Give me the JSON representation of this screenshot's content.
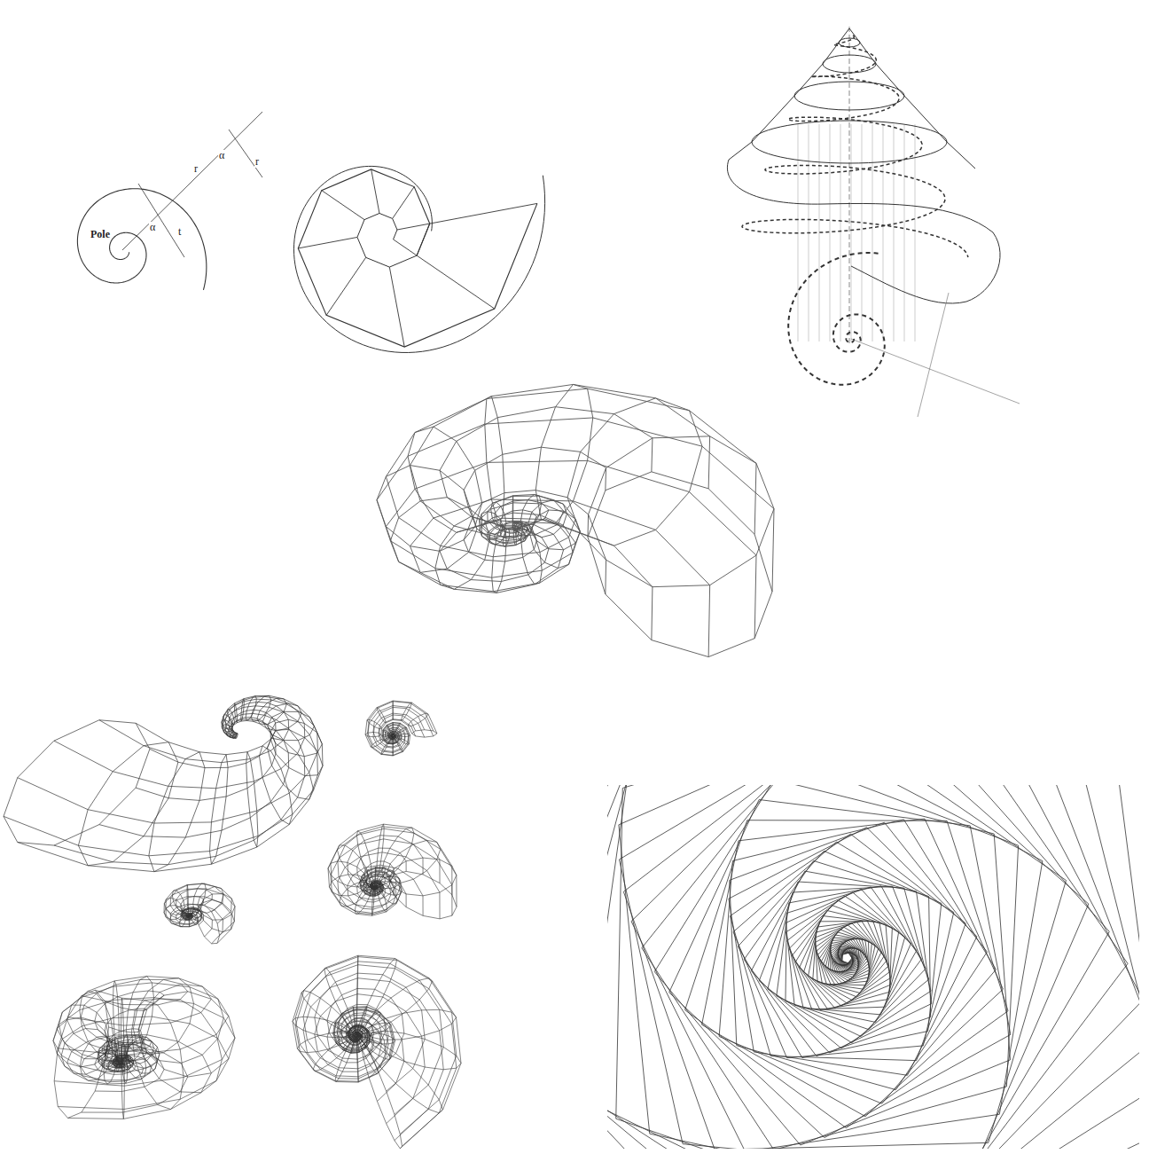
{
  "diagram": {
    "labels": [
      "Pole",
      "α",
      "t",
      "r",
      "α",
      "r"
    ]
  }
}
